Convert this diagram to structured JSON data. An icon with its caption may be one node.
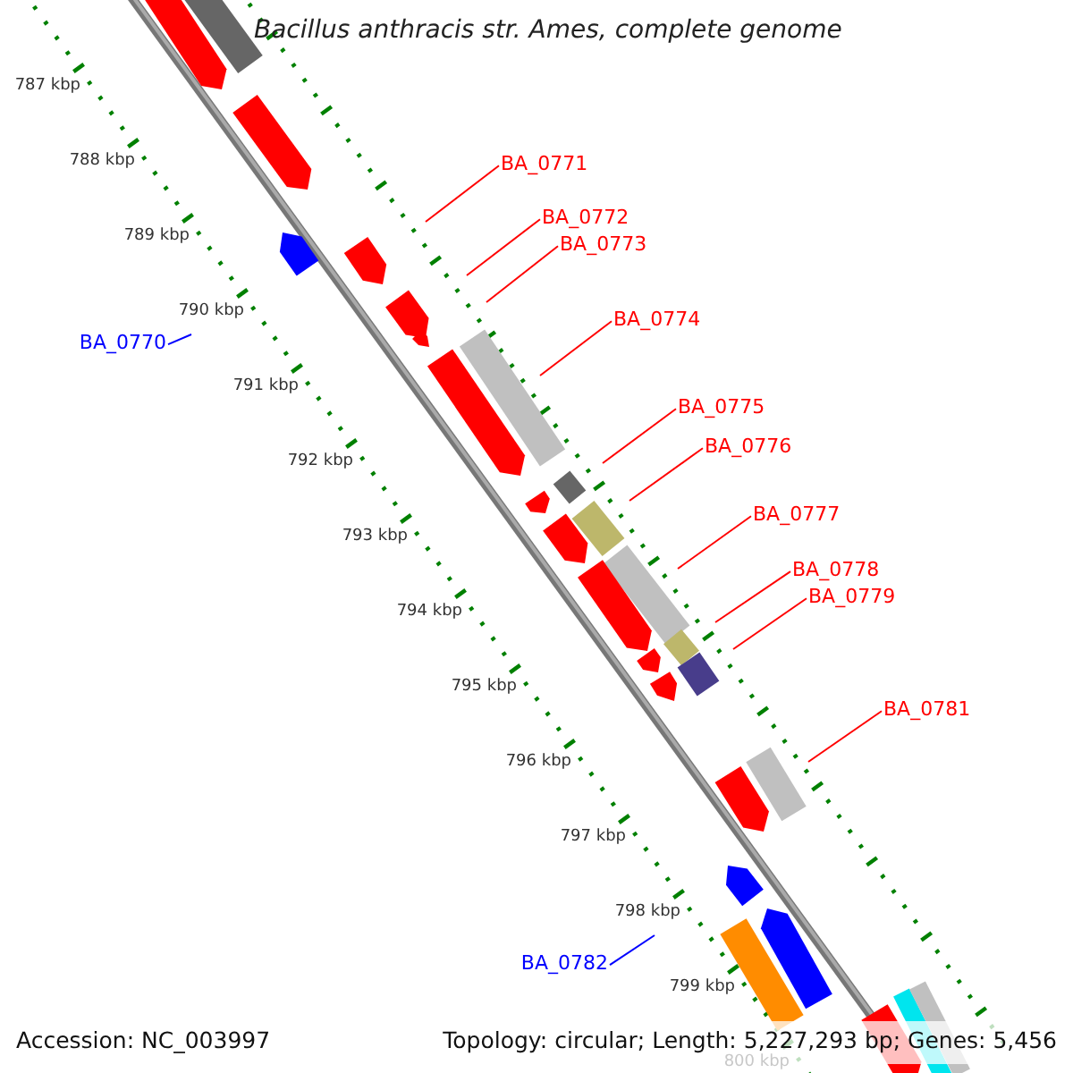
{
  "diagram": {
    "title": "Bacillus anthracis str. Ames, complete genome",
    "nodes": [
      {
        "text": [
          "BA_0771"
        ]
      },
      {
        "text": [
          "BA_0772"
        ]
      },
      {
        "text": [
          "BA_0773"
        ]
      },
      {
        "text": [
          "BA_0774"
        ]
      },
      {
        "text": [
          "BA_0770"
        ]
      },
      {
        "text": [
          "BA_0775"
        ]
      },
      {
        "text": [
          "BA_0776"
        ]
      },
      {
        "text": [
          "BA_0777"
        ]
      },
      {
        "text": [
          "BA_0778"
        ]
      },
      {
        "text": [
          "BA_0779"
        ]
      },
      {
        "text": [
          "BA_0781"
        ]
      },
      {
        "text": [
          "BA_0782"
        ]
      }
    ],
    "edges": [
      {
        "from": 0,
        "to": null,
        "arrow": "none"
      },
      {
        "from": 1,
        "to": null,
        "arrow": "none"
      },
      {
        "from": 2,
        "to": null,
        "arrow": "none"
      },
      {
        "from": 3,
        "to": null,
        "arrow": "none"
      },
      {
        "from": 4,
        "to": null,
        "arrow": "none",
        "color": "#0000ff"
      },
      {
        "from": 5,
        "to": null,
        "arrow": "none"
      },
      {
        "from": 6,
        "to": null,
        "arrow": "none"
      },
      {
        "from": 7,
        "to": null,
        "arrow": "none"
      },
      {
        "from": 8,
        "to": null,
        "arrow": "none"
      },
      {
        "from": 9,
        "to": null,
        "arrow": "none"
      },
      {
        "from": 10,
        "to": null,
        "arrow": "none"
      },
      {
        "from": 11,
        "to": null,
        "arrow": "none",
        "color": "#0000ff"
      }
    ],
    "labels": [
      "787 kbp",
      "788 kbp",
      "789 kbp",
      "790 kbp",
      "791 kbp",
      "792 kbp",
      "793 kbp",
      "794 kbp",
      "795 kbp",
      "796 kbp",
      "797 kbp",
      "798 kbp",
      "799 kbp",
      "Accession: NC_003997",
      "Topology: circular; Length: 5,227,293 bp; Genes: 5,456",
      "800 kbp"
    ]
  }
}
